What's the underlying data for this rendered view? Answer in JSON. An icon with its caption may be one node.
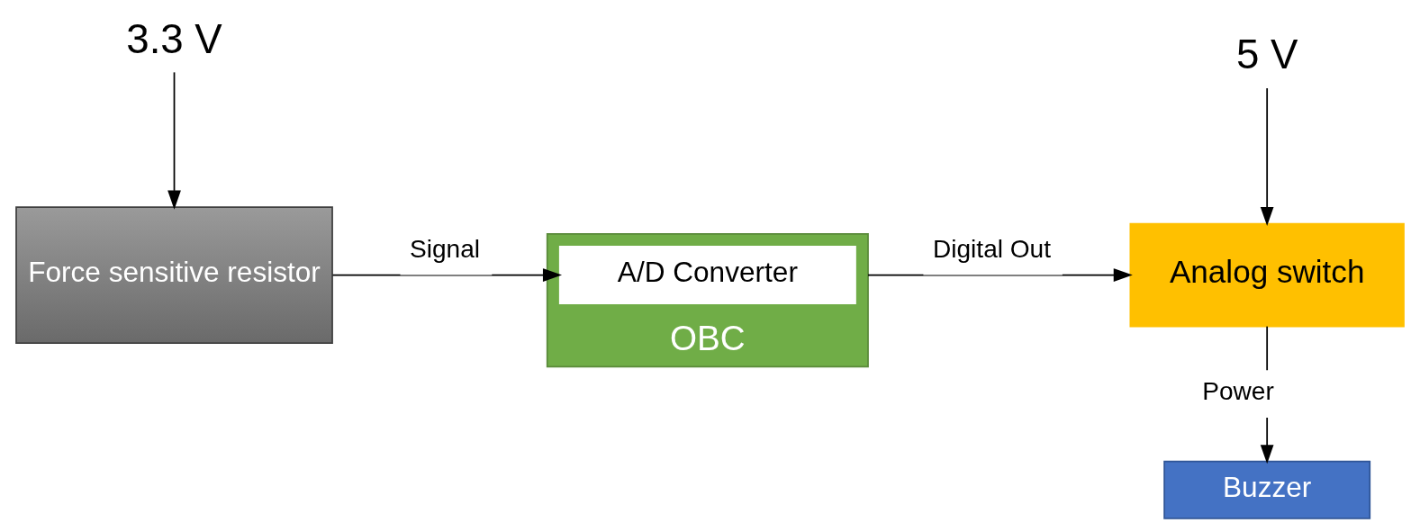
{
  "diagram": {
    "nodes": [
      {
        "text": [
          "3.3 V"
        ]
      },
      {
        "text": [
          "Force sensitive resistor"
        ]
      },
      {
        "text": [
          "OBC"
        ]
      },
      {
        "text": [
          "A/D Converter"
        ],
        "in": 2
      },
      {
        "text": [
          "Analog switch"
        ]
      },
      {
        "text": [
          "Buzzer"
        ]
      },
      {
        "text": [
          "5 V"
        ]
      }
    ],
    "edges": [
      {
        "from": 0,
        "to": 1,
        "arrow": "to"
      },
      {
        "from": 1,
        "to": 3,
        "arrow": "to",
        "label": "Signal"
      },
      {
        "from": 2,
        "to": 4,
        "arrow": "to",
        "label": "Digital Out"
      },
      {
        "from": 4,
        "to": 5,
        "arrow": "to",
        "label": "Power"
      },
      {
        "from": 6,
        "to": 4,
        "arrow": "to"
      }
    ]
  }
}
